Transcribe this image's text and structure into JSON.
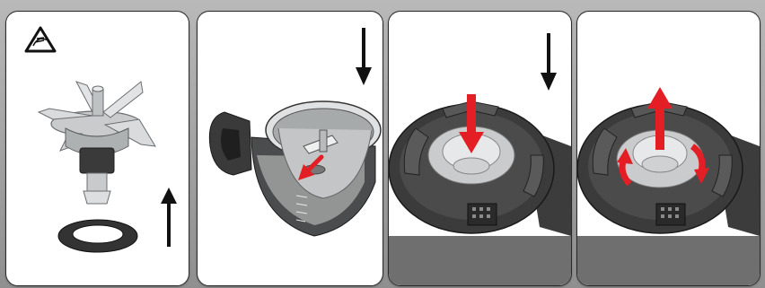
{
  "colors": {
    "arrow_red": "#e31e24",
    "arrow_black": "#111111",
    "panel_bg": "#ffffff",
    "frame_bg": "#9a9a9a",
    "metal_light": "#d6d8d8",
    "metal_mid": "#a9acad",
    "dark_plastic": "#2e2e2e"
  },
  "steps": [
    {
      "icon": "hand-warning-icon",
      "direction_arrow": "up"
    },
    {
      "direction_arrow": "down",
      "red_arrow": "into-bowl"
    },
    {
      "direction_arrow": "down",
      "red_arrow": "press-down"
    },
    {
      "red_arrow": "pull-up",
      "rotation_arrows": "turn"
    }
  ]
}
